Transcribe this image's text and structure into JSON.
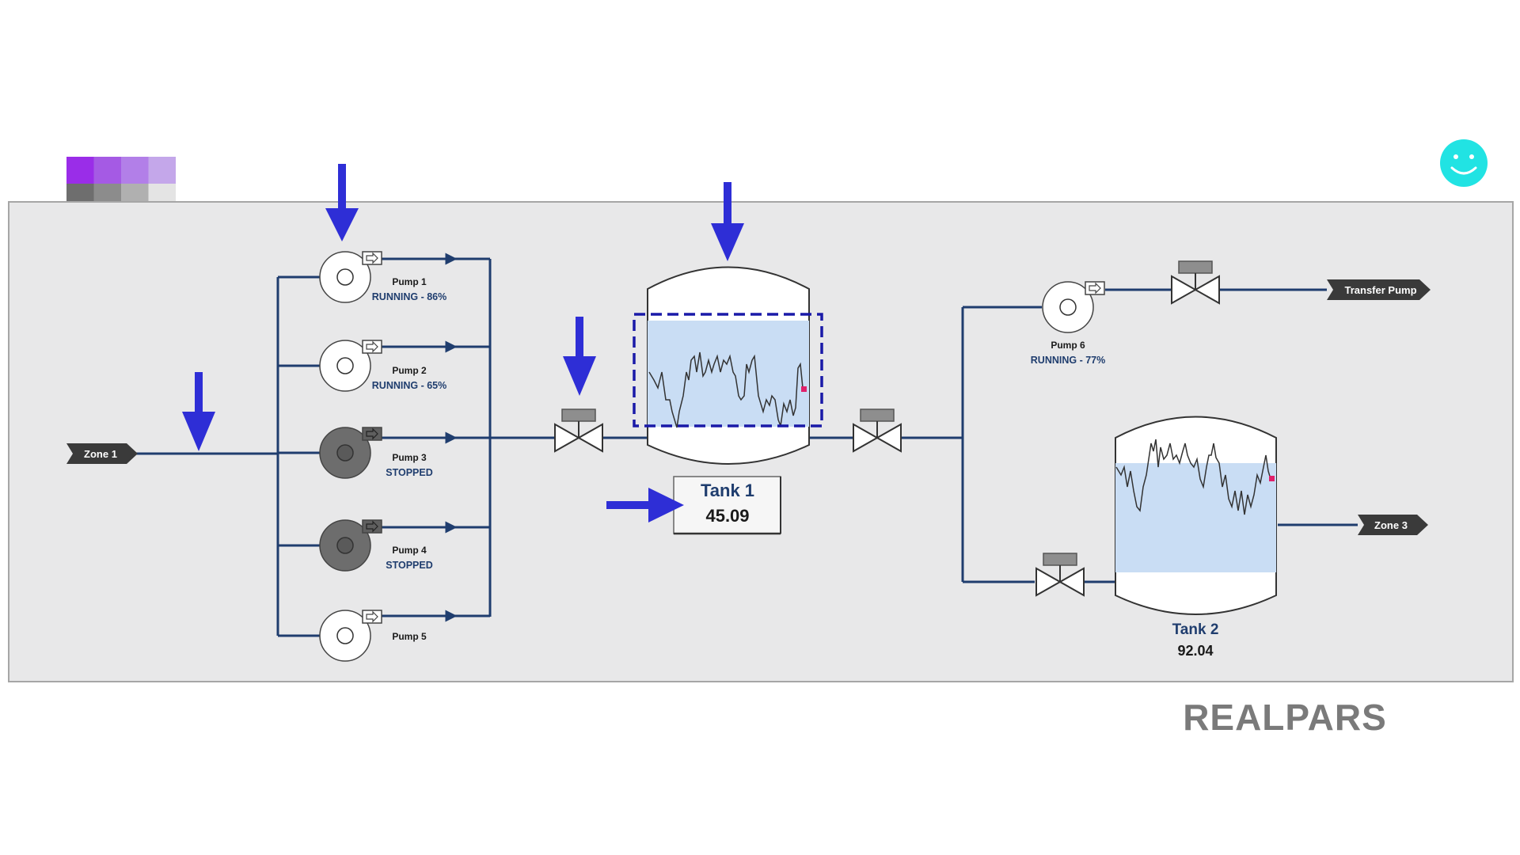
{
  "zones": {
    "zone1": "Zone 1",
    "zone3": "Zone 3",
    "transfer_pump": "Transfer Pump"
  },
  "pumps": [
    {
      "name": "Pump 1",
      "status": "RUNNING - 86%",
      "state": "running"
    },
    {
      "name": "Pump 2",
      "status": "RUNNING - 65%",
      "state": "running"
    },
    {
      "name": "Pump 3",
      "status": "STOPPED",
      "state": "stopped"
    },
    {
      "name": "Pump 4",
      "status": "STOPPED",
      "state": "stopped"
    },
    {
      "name": "Pump 5",
      "status": "",
      "state": "running"
    },
    {
      "name": "Pump 6",
      "status": "RUNNING - 77%",
      "state": "running"
    }
  ],
  "tanks": {
    "tank1": {
      "name": "Tank 1",
      "value": "45.09"
    },
    "tank2": {
      "name": "Tank 2",
      "value": "92.04"
    }
  },
  "brand": "REALPARS",
  "colors": {
    "pipe": "#1f3d6e",
    "panel": "#e8e8e9",
    "highlight_arrow": "#2e2ed6",
    "running_pump": "#ffffff",
    "stopped_pump": "#6d6d6d",
    "level_fill": "#c9ddf4",
    "trend_marker": "#e0206a",
    "smiley": "#21e3e3",
    "brand_text": "#7a7a7a"
  },
  "palette_rows": [
    [
      "#9a2de8",
      "#a55ae4",
      "#b27fe8",
      "#c4a7ea"
    ],
    [
      "#6e6e6e",
      "#8c8c8c",
      "#b0b0b0",
      "#e4e4e4"
    ],
    [
      "#cf3f8f",
      "#d862a6",
      "#da86b8",
      "#e4aed0"
    ]
  ]
}
